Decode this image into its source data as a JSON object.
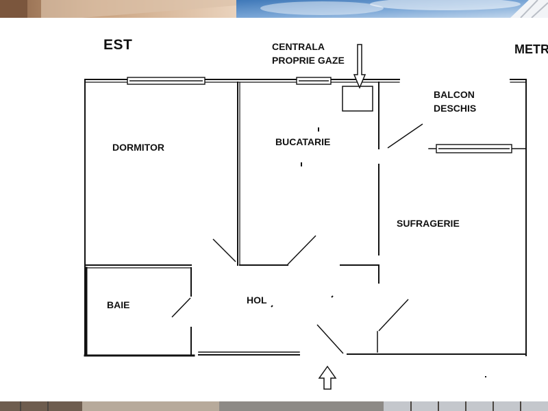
{
  "compass": {
    "east": "EST",
    "metro": "METRO"
  },
  "boiler": {
    "line1": "CENTRALA",
    "line2": "PROPRIE GAZE"
  },
  "balcony": {
    "line1": "BALCON",
    "line2": "DESCHIS"
  },
  "rooms": {
    "bedroom": "DORMITOR",
    "kitchen": "BUCATARIE",
    "living": "SUFRAGERIE",
    "bathroom": "BAIE",
    "hall": "HOL"
  },
  "colors": {
    "wall": "#111111",
    "window_fill": "#ffffff",
    "sky": "#4f86c4",
    "building": "#b88f70"
  }
}
